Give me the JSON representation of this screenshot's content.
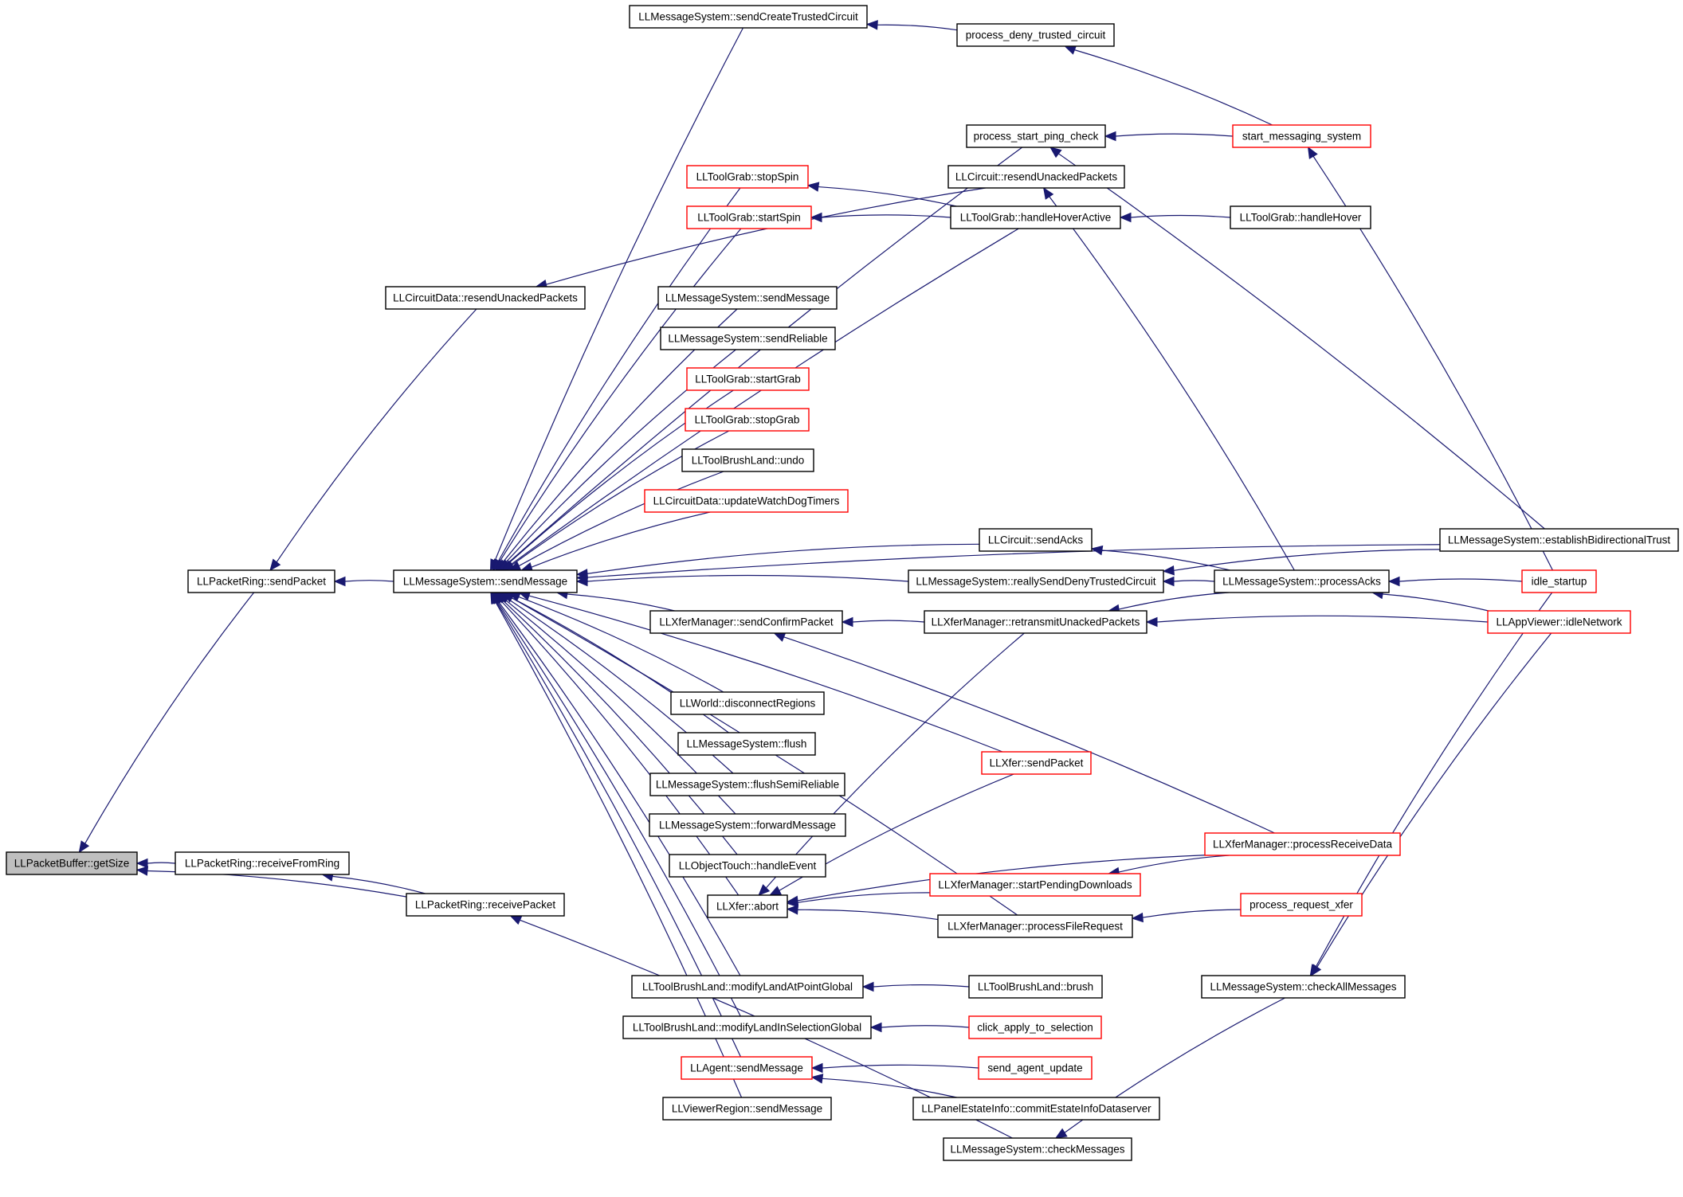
{
  "graph": {
    "title": "",
    "colors": {
      "edge": "#191970",
      "black_border": "#000000",
      "red_border": "#ff0000",
      "root_fill": "#bfbfbf"
    },
    "nodes": [
      {
        "id": "n0",
        "label": "LLPacketBuffer::getSize",
        "border": "root"
      },
      {
        "id": "n1",
        "label": "LLPacketRing::sendPacket",
        "border": "black"
      },
      {
        "id": "n2",
        "label": "LLPacketRing::receiveFromRing",
        "border": "black"
      },
      {
        "id": "n3",
        "label": "LLPacketRing::receivePacket",
        "border": "black"
      },
      {
        "id": "n4",
        "label": "LLCircuitData::resendUnackedPackets",
        "border": "black"
      },
      {
        "id": "n5",
        "label": "LLMessageSystem::sendMessage",
        "border": "black"
      },
      {
        "id": "n6",
        "label": "LLMessageSystem::sendCreateTrustedCircuit",
        "border": "black"
      },
      {
        "id": "n7",
        "label": "LLToolGrab::stopSpin",
        "border": "red"
      },
      {
        "id": "n8",
        "label": "LLToolGrab::startSpin",
        "border": "red"
      },
      {
        "id": "n9",
        "label": "LLMessageSystem::sendMessage",
        "border": "black"
      },
      {
        "id": "n10",
        "label": "LLMessageSystem::sendReliable",
        "border": "black"
      },
      {
        "id": "n11",
        "label": "LLToolGrab::startGrab",
        "border": "red"
      },
      {
        "id": "n12",
        "label": "LLToolGrab::stopGrab",
        "border": "red"
      },
      {
        "id": "n13",
        "label": "LLToolBrushLand::undo",
        "border": "black"
      },
      {
        "id": "n14",
        "label": "LLCircuitData::updateWatchDogTimers",
        "border": "red"
      },
      {
        "id": "n15",
        "label": "LLXferManager::sendConfirmPacket",
        "border": "black"
      },
      {
        "id": "n16",
        "label": "LLWorld::disconnectRegions",
        "border": "black"
      },
      {
        "id": "n17",
        "label": "LLMessageSystem::flush",
        "border": "black"
      },
      {
        "id": "n18",
        "label": "LLMessageSystem::flushSemiReliable",
        "border": "black"
      },
      {
        "id": "n19",
        "label": "LLMessageSystem::forwardMessage",
        "border": "black"
      },
      {
        "id": "n20",
        "label": "LLObjectTouch::handleEvent",
        "border": "black"
      },
      {
        "id": "n21",
        "label": "LLXfer::abort",
        "border": "black"
      },
      {
        "id": "n22",
        "label": "LLToolBrushLand::modifyLandAtPointGlobal",
        "border": "black"
      },
      {
        "id": "n23",
        "label": "LLToolBrushLand::modifyLandInSelectionGlobal",
        "border": "black"
      },
      {
        "id": "n24",
        "label": "LLAgent::sendMessage",
        "border": "red"
      },
      {
        "id": "n25",
        "label": "LLViewerRegion::sendMessage",
        "border": "black"
      },
      {
        "id": "n26",
        "label": "process_deny_trusted_circuit",
        "border": "black"
      },
      {
        "id": "n27",
        "label": "process_start_ping_check",
        "border": "black"
      },
      {
        "id": "n28",
        "label": "LLCircuit::resendUnackedPackets",
        "border": "black"
      },
      {
        "id": "n29",
        "label": "LLToolGrab::handleHoverActive",
        "border": "black"
      },
      {
        "id": "n30",
        "label": "LLCircuit::sendAcks",
        "border": "black"
      },
      {
        "id": "n31",
        "label": "LLMessageSystem::reallySendDenyTrustedCircuit",
        "border": "black"
      },
      {
        "id": "n32",
        "label": "LLXferManager::retransmitUnackedPackets",
        "border": "black"
      },
      {
        "id": "n33",
        "label": "LLXfer::sendPacket",
        "border": "red"
      },
      {
        "id": "n34",
        "label": "LLXferManager::startPendingDownloads",
        "border": "red"
      },
      {
        "id": "n35",
        "label": "LLXferManager::processFileRequest",
        "border": "black"
      },
      {
        "id": "n36",
        "label": "LLToolBrushLand::brush",
        "border": "black"
      },
      {
        "id": "n37",
        "label": "click_apply_to_selection",
        "border": "red"
      },
      {
        "id": "n38",
        "label": "send_agent_update",
        "border": "red"
      },
      {
        "id": "n39",
        "label": "LLPanelEstateInfo::commitEstateInfoDataserver",
        "border": "black"
      },
      {
        "id": "n40",
        "label": "LLMessageSystem::checkMessages",
        "border": "black"
      },
      {
        "id": "n41",
        "label": "start_messaging_system",
        "border": "red"
      },
      {
        "id": "n42",
        "label": "LLToolGrab::handleHover",
        "border": "black"
      },
      {
        "id": "n43",
        "label": "LLMessageSystem::processAcks",
        "border": "black"
      },
      {
        "id": "n44",
        "label": "LLXferManager::processReceiveData",
        "border": "red"
      },
      {
        "id": "n45",
        "label": "process_request_xfer",
        "border": "red"
      },
      {
        "id": "n46",
        "label": "LLMessageSystem::checkAllMessages",
        "border": "black"
      },
      {
        "id": "n47",
        "label": "LLMessageSystem::establishBidirectionalTrust",
        "border": "black"
      },
      {
        "id": "n48",
        "label": "idle_startup",
        "border": "red"
      },
      {
        "id": "n49",
        "label": "LLAppViewer::idleNetwork",
        "border": "red"
      }
    ],
    "edges": [
      {
        "from": "n1",
        "to": "n0"
      },
      {
        "from": "n2",
        "to": "n0"
      },
      {
        "from": "n3",
        "to": "n0"
      },
      {
        "from": "n3",
        "to": "n2"
      },
      {
        "from": "n4",
        "to": "n1"
      },
      {
        "from": "n5",
        "to": "n1"
      },
      {
        "from": "n28",
        "to": "n4"
      },
      {
        "from": "n40",
        "to": "n3"
      },
      {
        "from": "n6",
        "to": "n5"
      },
      {
        "from": "n7",
        "to": "n5"
      },
      {
        "from": "n8",
        "to": "n5"
      },
      {
        "from": "n9",
        "to": "n5"
      },
      {
        "from": "n10",
        "to": "n5"
      },
      {
        "from": "n11",
        "to": "n5"
      },
      {
        "from": "n12",
        "to": "n5"
      },
      {
        "from": "n13",
        "to": "n5"
      },
      {
        "from": "n14",
        "to": "n5"
      },
      {
        "from": "n15",
        "to": "n5"
      },
      {
        "from": "n16",
        "to": "n5"
      },
      {
        "from": "n17",
        "to": "n5"
      },
      {
        "from": "n18",
        "to": "n5"
      },
      {
        "from": "n19",
        "to": "n5"
      },
      {
        "from": "n20",
        "to": "n5"
      },
      {
        "from": "n21",
        "to": "n5"
      },
      {
        "from": "n22",
        "to": "n5"
      },
      {
        "from": "n23",
        "to": "n5"
      },
      {
        "from": "n24",
        "to": "n5"
      },
      {
        "from": "n25",
        "to": "n5"
      },
      {
        "from": "n27",
        "to": "n5"
      },
      {
        "from": "n29",
        "to": "n5"
      },
      {
        "from": "n30",
        "to": "n5"
      },
      {
        "from": "n31",
        "to": "n5"
      },
      {
        "from": "n33",
        "to": "n5"
      },
      {
        "from": "n35",
        "to": "n5"
      },
      {
        "from": "n47",
        "to": "n5"
      },
      {
        "from": "n26",
        "to": "n6"
      },
      {
        "from": "n29",
        "to": "n7"
      },
      {
        "from": "n29",
        "to": "n8"
      },
      {
        "from": "n32",
        "to": "n15"
      },
      {
        "from": "n44",
        "to": "n15"
      },
      {
        "from": "n32",
        "to": "n21"
      },
      {
        "from": "n33",
        "to": "n21"
      },
      {
        "from": "n34",
        "to": "n21"
      },
      {
        "from": "n35",
        "to": "n21"
      },
      {
        "from": "n44",
        "to": "n21"
      },
      {
        "from": "n36",
        "to": "n22"
      },
      {
        "from": "n37",
        "to": "n23"
      },
      {
        "from": "n38",
        "to": "n24"
      },
      {
        "from": "n39",
        "to": "n24"
      },
      {
        "from": "n41",
        "to": "n26"
      },
      {
        "from": "n41",
        "to": "n27"
      },
      {
        "from": "n47",
        "to": "n27"
      },
      {
        "from": "n43",
        "to": "n28"
      },
      {
        "from": "n42",
        "to": "n29"
      },
      {
        "from": "n43",
        "to": "n30"
      },
      {
        "from": "n43",
        "to": "n31"
      },
      {
        "from": "n47",
        "to": "n31"
      },
      {
        "from": "n43",
        "to": "n32"
      },
      {
        "from": "n49",
        "to": "n32"
      },
      {
        "from": "n44",
        "to": "n34"
      },
      {
        "from": "n45",
        "to": "n35"
      },
      {
        "from": "n48",
        "to": "n41"
      },
      {
        "from": "n48",
        "to": "n43"
      },
      {
        "from": "n49",
        "to": "n43"
      },
      {
        "from": "n46",
        "to": "n40"
      },
      {
        "from": "n48",
        "to": "n46"
      },
      {
        "from": "n49",
        "to": "n46"
      }
    ]
  }
}
